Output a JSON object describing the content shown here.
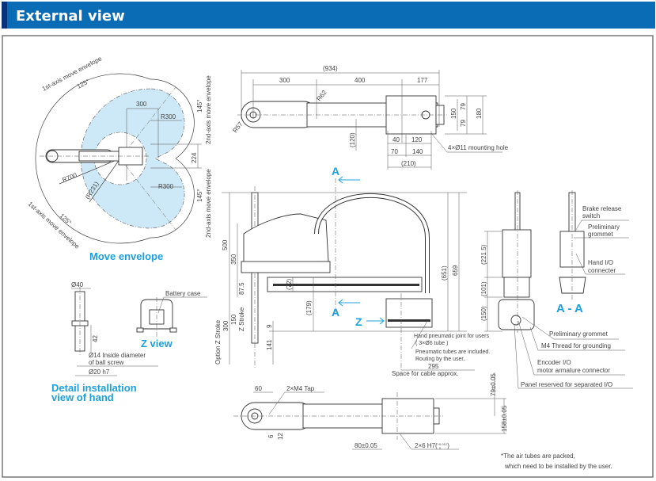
{
  "header": {
    "title": "External view",
    "accent_color": "#0a6cb5",
    "strip_color": "#08337a"
  },
  "move_envelope": {
    "title": "Move envelope",
    "axis1_label_top": "1st-axis move envelope",
    "axis1_angle_top": "125°",
    "axis1_label_bottom": "1st-axis move envelope",
    "axis1_angle_bottom": "125°",
    "axis2_label_top": "2nd-axis move envelope",
    "axis2_angle_top": "145°",
    "axis2_label_bottom": "2nd-axis move envelope",
    "axis2_angle_bottom": "145°",
    "dim_300": "300",
    "dim_r300_top": "R300",
    "dim_r300_bottom": "R300",
    "dim_224": "224",
    "dim_r700": "R700",
    "dim_r231": "(R231)",
    "fill_color": "#cde8f6"
  },
  "top_view": {
    "dim_total": "(934)",
    "dim_300": "300",
    "dim_400": "400",
    "dim_177": "177",
    "dim_r62": "R62",
    "dim_r57": "R57",
    "dim_120": "(120)",
    "dim_150": "150",
    "dim_79a": "79",
    "dim_79b": "79",
    "dim_180": "180",
    "dim_40": "40",
    "dim_120b": "120",
    "dim_70": "70",
    "dim_140": "140",
    "dim_210": "(210)",
    "mounting_hole": "4×Ø11 mounting hole"
  },
  "side_view": {
    "section_a_top": "A",
    "section_a_bottom": "A",
    "z_mark": "Z",
    "dim_500": "500",
    "dim_350": "350",
    "dim_87_5": "87.5",
    "dim_300": "300",
    "option_z_stroke": "Option Z Stroke",
    "dim_150": "150",
    "z_stroke": "Z Stroke",
    "dim_9": "9",
    "dim_141": "141",
    "dim_72": "(72)",
    "dim_179": "(179)",
    "dim_651": "(651)",
    "dim_659": "659",
    "note_joint": "Hand pneumatic joint for users",
    "note_tube": "( 3×Ø6 tube )",
    "note_included": "Pneumatic tubes are included.",
    "note_routing": "Routing by the user.",
    "dim_295": "295",
    "note_space": "Space for cable approx."
  },
  "rear_view": {
    "dim_221_5": "(221.5)",
    "dim_101": "(101)",
    "dim_150": "(150)",
    "callout_grommet": "Preliminary grommet",
    "callout_m4": "M4 Thread for grounding",
    "callout_encoder_1": "Encoder I/O",
    "callout_encoder_2": "motor armature connector",
    "callout_panel": "Panel reserved for separated I/O"
  },
  "section_aa": {
    "title": "A - A",
    "brake_1": "Brake release",
    "brake_2": "switch",
    "grommet_1": "Preliminary",
    "grommet_2": "grommet",
    "hand_io_1": "Hand I/O",
    "hand_io_2": "connecter"
  },
  "detail_hand": {
    "title_1": "Detail installation",
    "title_2": "view of hand",
    "dim_40": "Ø40",
    "dim_42": "42",
    "inside_1": "Ø14 Inside diameter",
    "inside_2": "of ball screw",
    "dim_20": "Ø20 h7"
  },
  "z_view": {
    "title": "Z view",
    "battery": "Battery case"
  },
  "bottom_view": {
    "dim_60": "60",
    "tap": "2×M4 Tap",
    "dim_6": "6",
    "dim_12": "12",
    "dim_80": "80±0.05",
    "pin": "2×6 H7(",
    "pin_tol_upper": "+0.012",
    "pin_tol_lower": "0",
    "pin_close": ")",
    "dim_79": "79±0.05",
    "dim_158": "158±0.05"
  },
  "footnote": {
    "line1": "*The air tubes are packed,",
    "line2": "which need to be installed by the user."
  }
}
